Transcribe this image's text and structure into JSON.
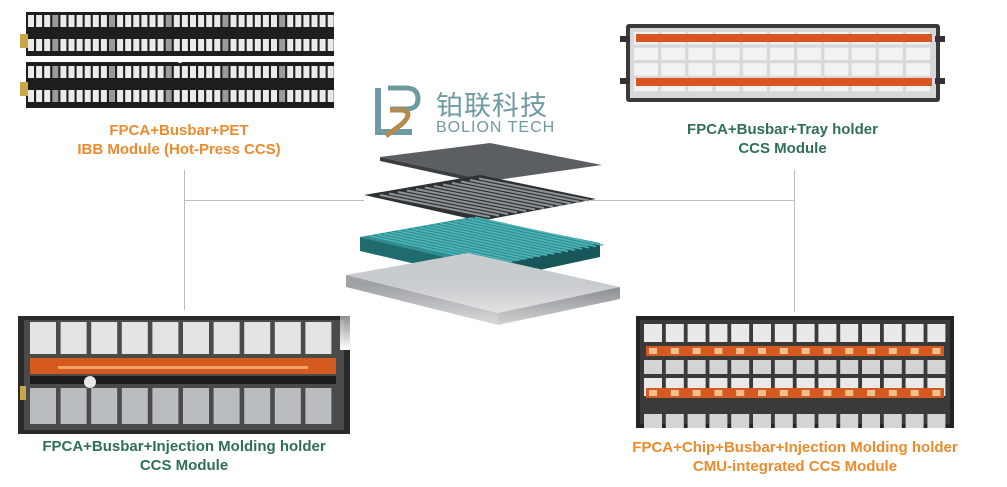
{
  "brand": {
    "name_cn": "铂联科技",
    "name_en": "BOLION TECH",
    "logo_color": "#6e9aa2",
    "logo_accent": "#b48a4f"
  },
  "colors": {
    "orange": "#ec8a2c",
    "green": "#2f6f58",
    "line": "#b9bec3"
  },
  "modules": {
    "top_left": {
      "icon": "ibb-hot-press-ccs-photo",
      "caption_line1": "FPCA+Busbar+PET",
      "caption_line2": "IBB Module (Hot-Press CCS)",
      "caption_color": "orange"
    },
    "top_right": {
      "icon": "tray-holder-ccs-photo",
      "caption_line1": "FPCA+Busbar+Tray holder",
      "caption_line2": "CCS Module",
      "caption_color": "green"
    },
    "bottom_left": {
      "icon": "injection-molding-ccs-photo",
      "caption_line1": "FPCA+Busbar+Injection Molding holder",
      "caption_line2": "CCS Module",
      "caption_color": "green"
    },
    "bottom_right": {
      "icon": "cmu-integrated-ccs-photo",
      "caption_line1": "FPCA+Chip+Busbar+Injection Molding holder",
      "caption_line2": "CMU-integrated CCS Module",
      "caption_color": "orange"
    }
  },
  "center_graphic": {
    "icon": "exploded-battery-pack-illustration"
  }
}
